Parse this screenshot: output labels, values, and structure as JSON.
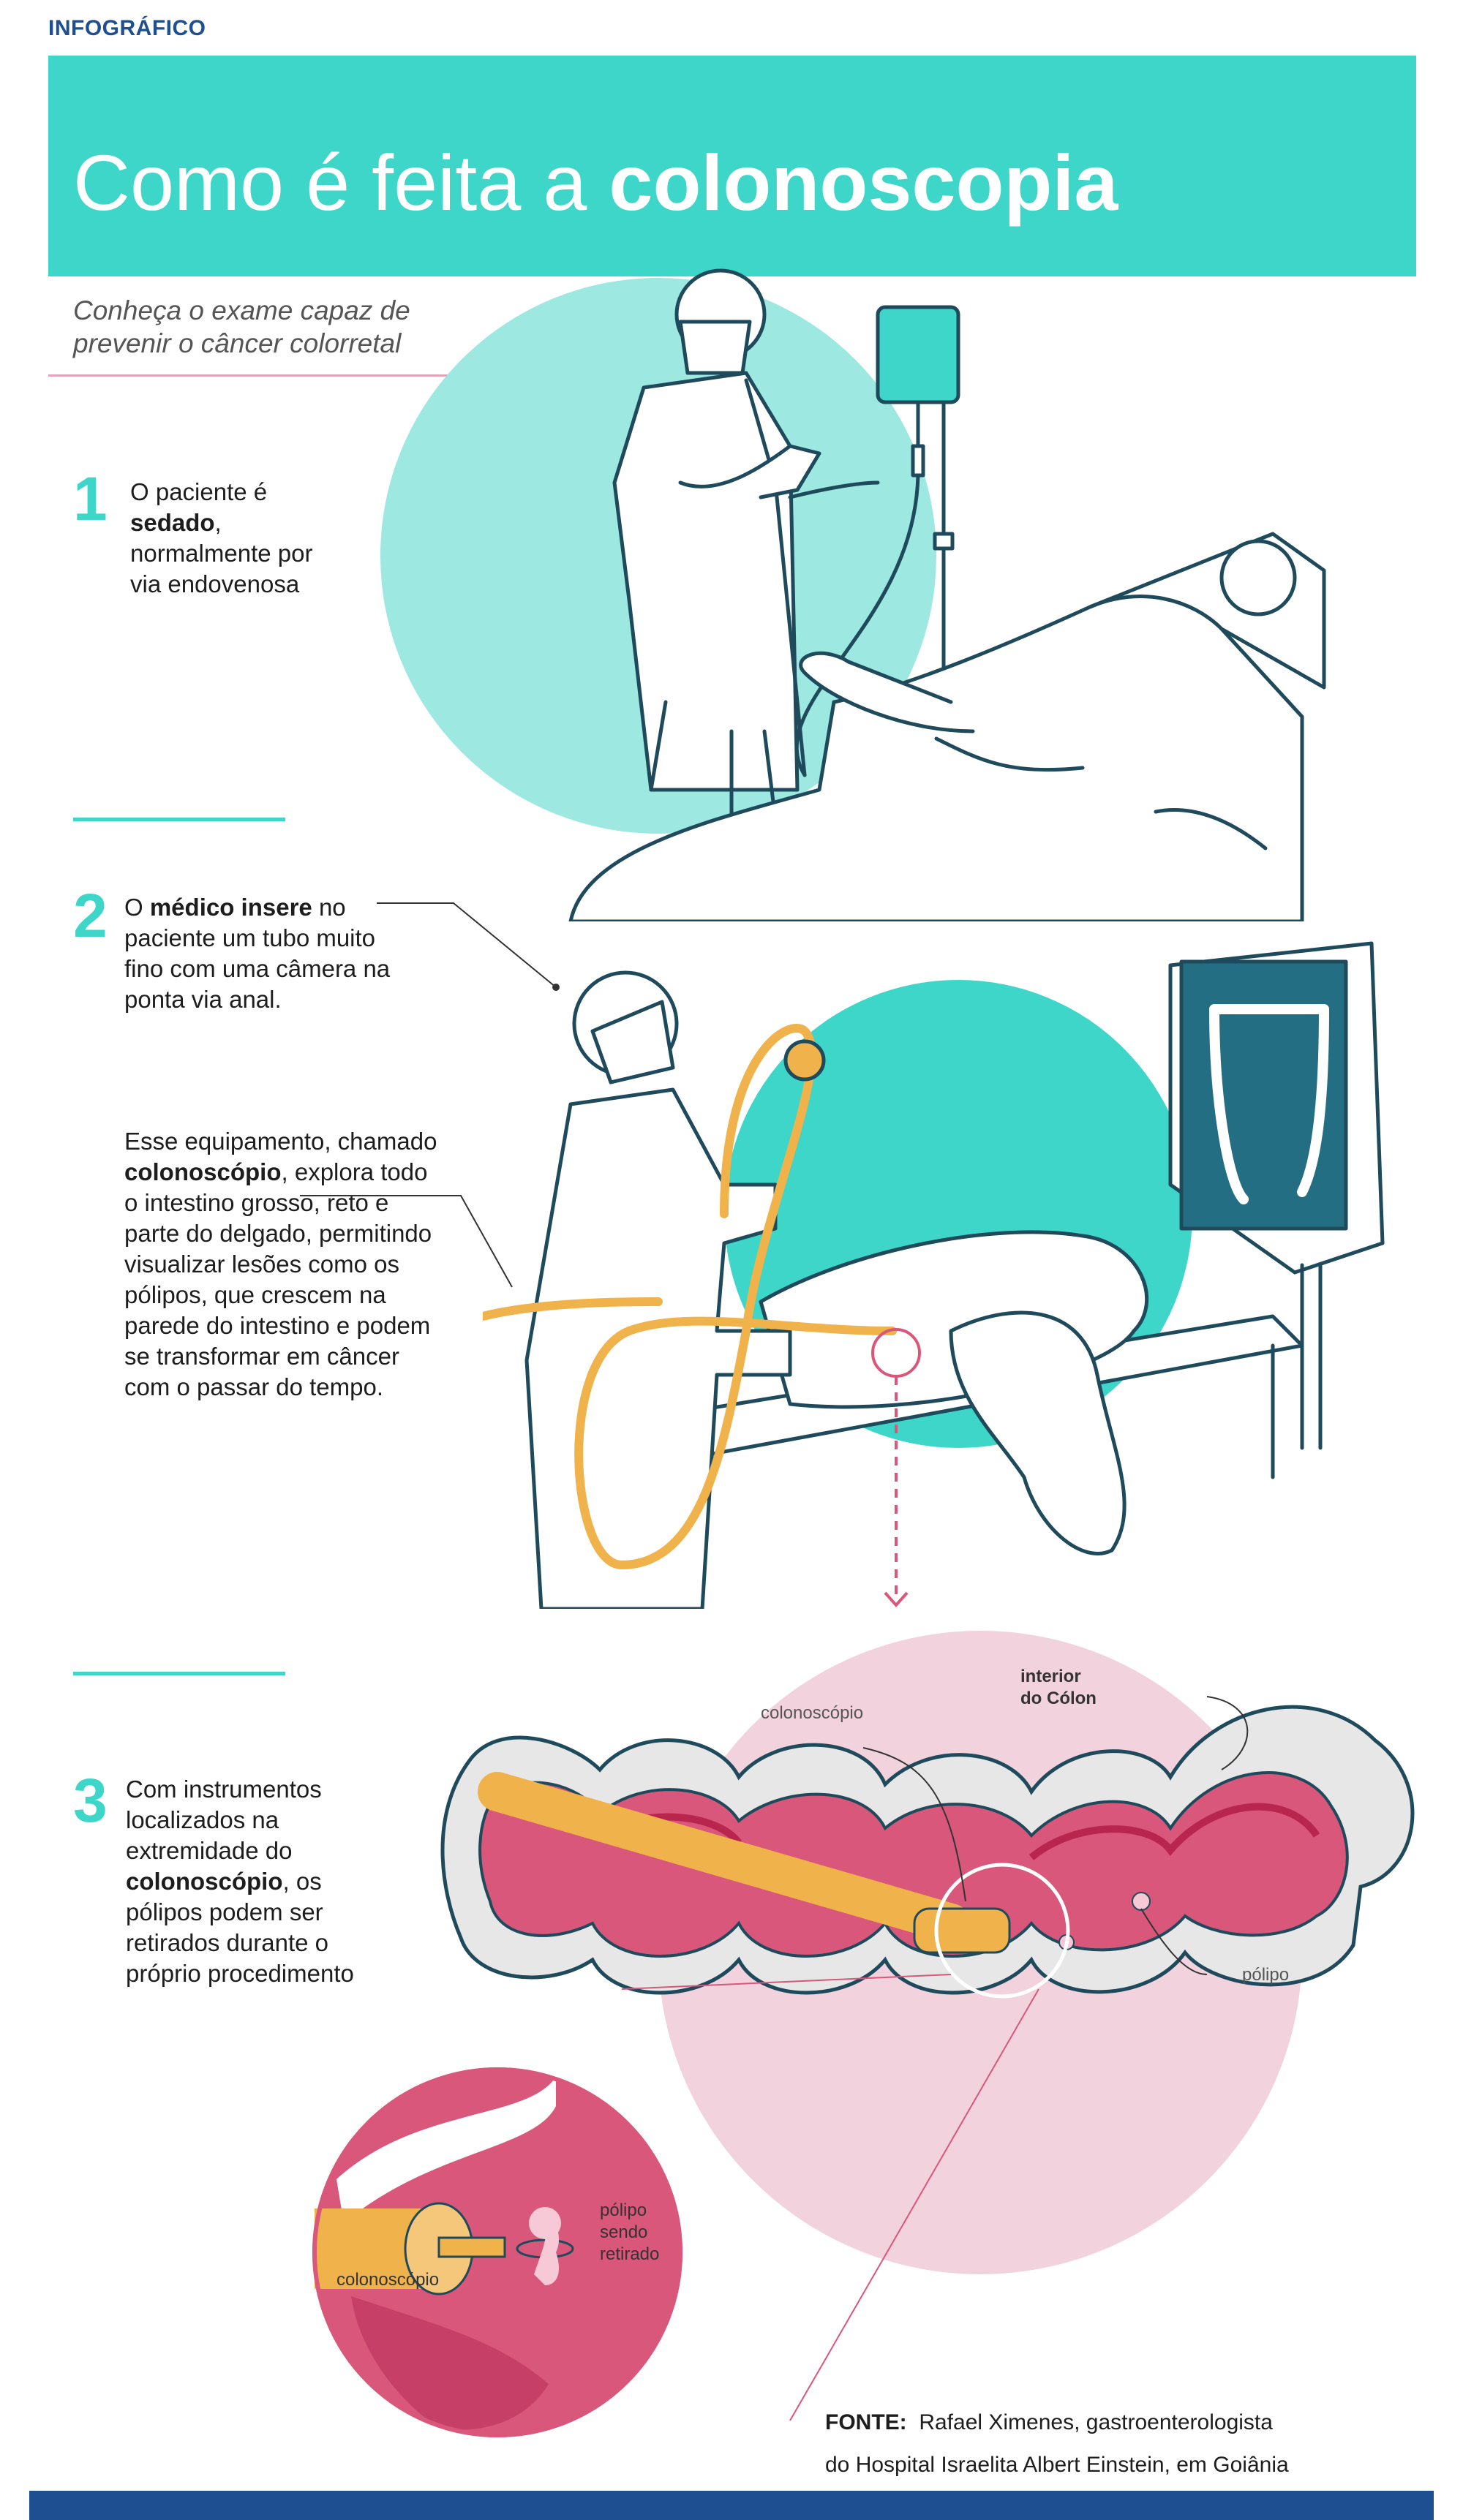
{
  "kicker": "INFOGRÁFICO",
  "title": {
    "regular": "Como é feita a ",
    "bold": "colonoscopia"
  },
  "subtitle": "Conheça o exame capaz de prevenir o câncer colorretal",
  "steps": [
    {
      "number": "1",
      "pre": "O paciente é ",
      "bold": "sedado",
      "post": ", normalmente por via endovenosa"
    },
    {
      "number": "2",
      "pre": "O ",
      "bold": "médico insere",
      "post": " no paciente um tubo muito fino com uma câmera na ponta via anal."
    },
    {
      "number": "3",
      "pre": "Com instrumentos localizados na extremidade do ",
      "bold": "colonoscópio",
      "post": ", os pólipos podem ser retirados durante o próprio procedimento"
    }
  ],
  "step2_extra": {
    "pre": "Esse equipamento, chamado ",
    "bold": "colonoscópio",
    "post": ", explora todo o intestino grosso, reto e parte do delgado, permitindo visualizar lesões como os pólipos, que crescem na parede do intestino e podem se transformar em câncer com o passar do tempo."
  },
  "labels": {
    "colonoscopio": "colonoscópio",
    "interior_colon_1": "interior",
    "interior_colon_2": "do Cólon",
    "polipo": "pólipo",
    "polipo_retirado_1": "pólipo",
    "polipo_retirado_2": "sendo",
    "polipo_retirado_3": "retirado",
    "colonoscopio_zoom": "colonoscópio"
  },
  "source": {
    "label": "FONTE:",
    "line1": "Rafael Ximenes, gastroenterologista",
    "line2": "do Hospital Israelita Albert Einstein, em Goiânia"
  },
  "colors": {
    "teal": "#3dd6c8",
    "navy": "#1d4f91",
    "pink": "#d9577b",
    "tube": "#f0b24a",
    "outline": "#1e4a5c"
  }
}
